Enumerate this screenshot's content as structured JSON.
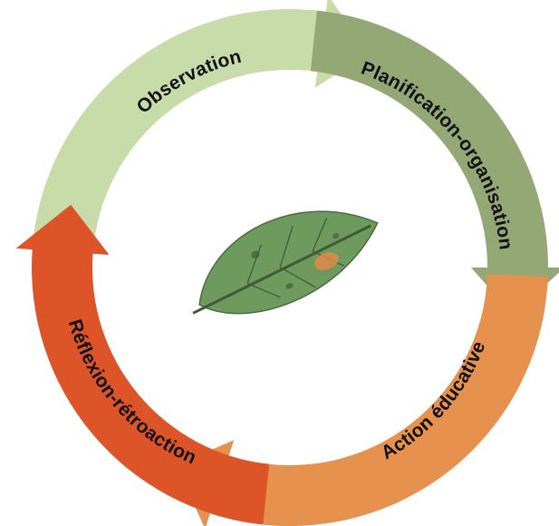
{
  "diagram": {
    "type": "cycle",
    "stages": [
      {
        "id": "observation",
        "label": "Observation",
        "color": "#c8dcaa"
      },
      {
        "id": "planification",
        "label": "Planification-organisation",
        "color": "#93a875"
      },
      {
        "id": "action",
        "label": "Action éducative",
        "color": "#e6924e"
      },
      {
        "id": "reflexion",
        "label": "Réflexion-rétroaction",
        "color": "#dd5428"
      }
    ],
    "center_icon": "leaf-icon",
    "leaf_colors": {
      "body": "#6e9a5e",
      "vein": "#3e5a3a",
      "spot": "#e08a4a"
    }
  }
}
